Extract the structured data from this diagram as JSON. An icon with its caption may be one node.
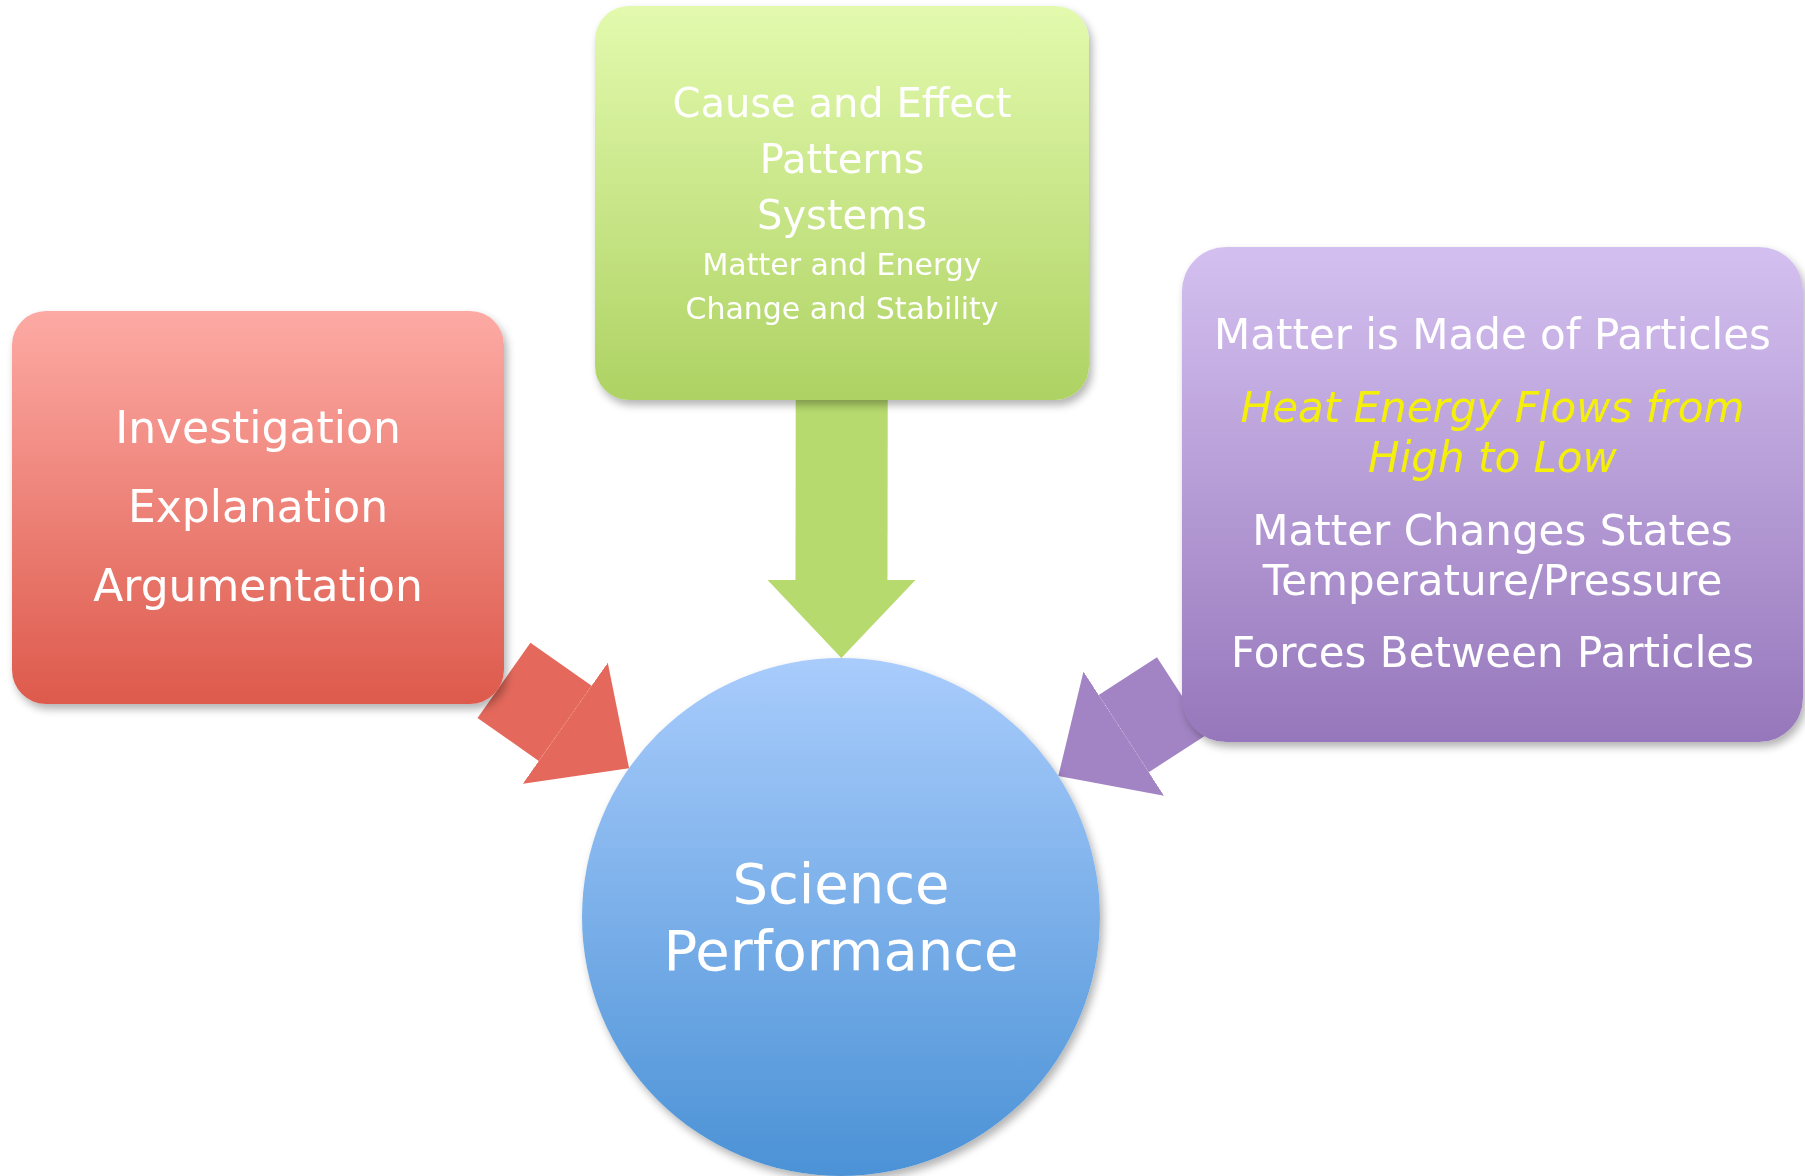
{
  "diagram": {
    "nodes": [
      {
        "text": [
          "Investigation",
          "Explanation",
          "Argumentation"
        ]
      },
      {
        "text": [
          "Cause and Effect",
          "Patterns",
          "Systems",
          "Matter and Energy",
          "Change and Stability"
        ]
      },
      {
        "text": [
          "Matter is Made of Particles",
          "Heat Energy Flows from High to Low",
          "Matter Changes States Temperature/Pressure",
          "Forces Between Particles"
        ]
      },
      {
        "text": [
          "Science Performance"
        ]
      }
    ],
    "edges": [
      {
        "from": 0,
        "to": 3,
        "arrow": "to",
        "color": "#e4695c"
      },
      {
        "from": 1,
        "to": 3,
        "arrow": "to",
        "color": "#b7da6e"
      },
      {
        "from": 2,
        "to": 3,
        "arrow": "to",
        "color": "#a284c4"
      }
    ]
  }
}
